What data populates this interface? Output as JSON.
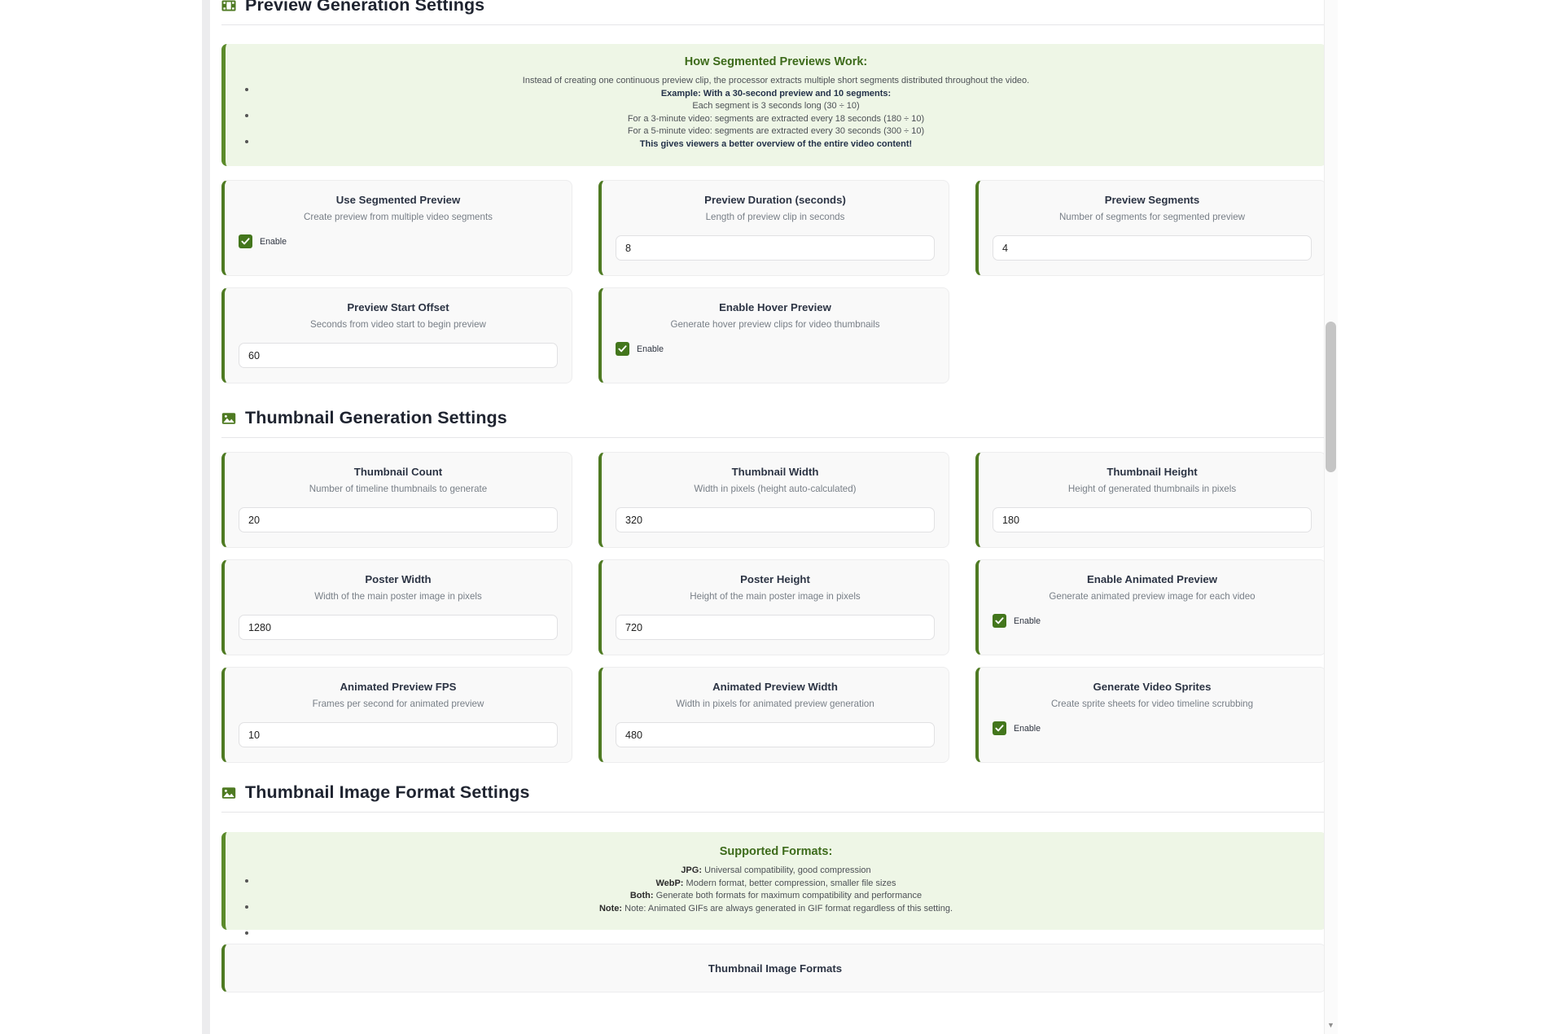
{
  "sections": [
    {
      "id": "preview-generation",
      "title": "Preview Generation Settings",
      "icon": "film-strip-icon",
      "info": {
        "title": "How Segmented Previews Work:",
        "lines": [
          {
            "text": "Instead of creating one continuous preview clip, the processor extracts multiple short segments distributed throughout the video.",
            "style": "normal"
          },
          {
            "text": "Example: With a 30-second preview and 10 segments:",
            "style": "strong"
          },
          {
            "text": "Each segment is 3 seconds long (30 ÷ 10)",
            "style": "normal"
          },
          {
            "text": "For a 3-minute video: segments are extracted every 18 seconds (180 ÷ 10)",
            "style": "normal"
          },
          {
            "text": "For a 5-minute video: segments are extracted every 30 seconds (300 ÷ 10)",
            "style": "normal"
          },
          {
            "text": "This gives viewers a better overview of the entire video content!",
            "style": "strong"
          }
        ],
        "bullet_count": 3
      },
      "cards": [
        {
          "title": "Use Segmented Preview",
          "desc": "Create preview from multiple video segments",
          "type": "checkbox",
          "checked": true,
          "check_label": "Enable"
        },
        {
          "title": "Preview Duration (seconds)",
          "desc": "Length of preview clip in seconds",
          "type": "input",
          "value": "8"
        },
        {
          "title": "Preview Segments",
          "desc": "Number of segments for segmented preview",
          "type": "input",
          "value": "4"
        },
        {
          "title": "Preview Start Offset",
          "desc": "Seconds from video start to begin preview",
          "type": "input",
          "value": "60"
        },
        {
          "title": "Enable Hover Preview",
          "desc": "Generate hover preview clips for video thumbnails",
          "type": "checkbox",
          "checked": true,
          "check_label": "Enable"
        },
        {
          "type": "empty"
        }
      ]
    },
    {
      "id": "thumbnail-generation",
      "title": "Thumbnail Generation Settings",
      "icon": "image-icon",
      "cards": [
        {
          "title": "Thumbnail Count",
          "desc": "Number of timeline thumbnails to generate",
          "type": "input",
          "value": "20"
        },
        {
          "title": "Thumbnail Width",
          "desc": "Width in pixels (height auto-calculated)",
          "type": "input",
          "value": "320"
        },
        {
          "title": "Thumbnail Height",
          "desc": "Height of generated thumbnails in pixels",
          "type": "input",
          "value": "180"
        },
        {
          "title": "Poster Width",
          "desc": "Width of the main poster image in pixels",
          "type": "input",
          "value": "1280"
        },
        {
          "title": "Poster Height",
          "desc": "Height of the main poster image in pixels",
          "type": "input",
          "value": "720"
        },
        {
          "title": "Enable Animated Preview",
          "desc": "Generate animated preview image for each video",
          "type": "checkbox",
          "checked": true,
          "check_label": "Enable"
        },
        {
          "title": "Animated Preview FPS",
          "desc": "Frames per second for animated preview",
          "type": "input",
          "value": "10"
        },
        {
          "title": "Animated Preview Width",
          "desc": "Width in pixels for animated preview generation",
          "type": "input",
          "value": "480"
        },
        {
          "title": "Generate Video Sprites",
          "desc": "Create sprite sheets for video timeline scrubbing",
          "type": "checkbox",
          "checked": true,
          "check_label": "Enable"
        }
      ]
    },
    {
      "id": "thumbnail-image-format",
      "title": "Thumbnail Image Format Settings",
      "icon": "image-icon",
      "info": {
        "title": "Supported Formats:",
        "lines": [
          {
            "text": "JPG: Universal compatibility, good compression",
            "style": "lead-bold",
            "lead": "JPG:"
          },
          {
            "text": "WebP: Modern format, better compression, smaller file sizes",
            "style": "lead-bold",
            "lead": "WebP:"
          },
          {
            "text": "Both: Generate both formats for maximum compatibility and performance",
            "style": "lead-bold",
            "lead": "Both:"
          },
          {
            "text": "Note: Note: Animated GIFs are always generated in GIF format regardless of this setting.",
            "style": "lead-bold",
            "lead": "Note:"
          }
        ],
        "bullet_count": 3
      },
      "cards": [
        {
          "title": "Thumbnail Image Formats",
          "type": "partial"
        }
      ]
    }
  ],
  "colors": {
    "accent_green": "#4e7a22",
    "info_bg": "#eef6e6",
    "info_title": "#3d6b1b",
    "card_bg": "#f9f9f9",
    "checkbox": "#43761c"
  },
  "scrollbar": {
    "down_arrow": "▼"
  }
}
